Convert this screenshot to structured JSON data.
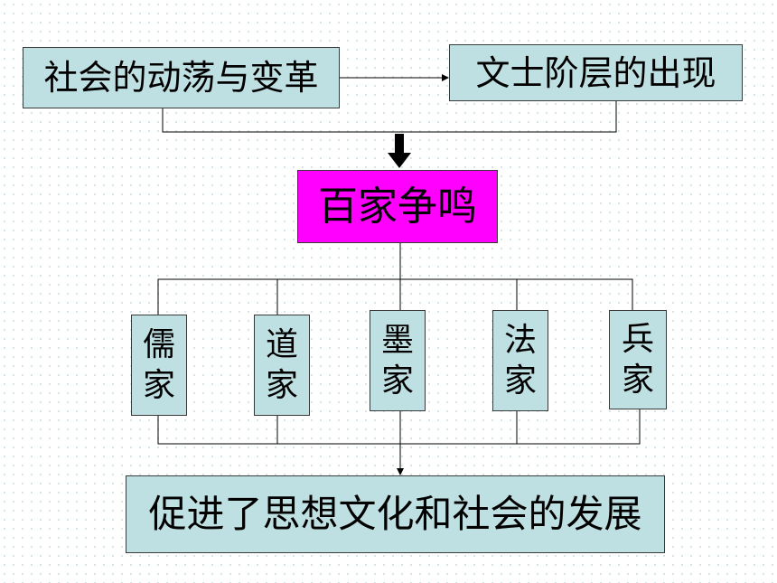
{
  "diagram": {
    "cause": "社会的动荡与变革",
    "scholars": "文士阶层的出现",
    "center": "百家争鸣",
    "schools": [
      {
        "line1": "儒",
        "line2": "家"
      },
      {
        "line1": "道",
        "line2": "家"
      },
      {
        "line1": "墨",
        "line2": "家"
      },
      {
        "line1": "法",
        "line2": "家"
      },
      {
        "line1": "兵",
        "line2": "家"
      }
    ],
    "result": "促进了思想文化和社会的发展"
  },
  "colors": {
    "box_fill": "#bfe0e2",
    "center_fill": "#ff00ff",
    "line": "#000000"
  }
}
